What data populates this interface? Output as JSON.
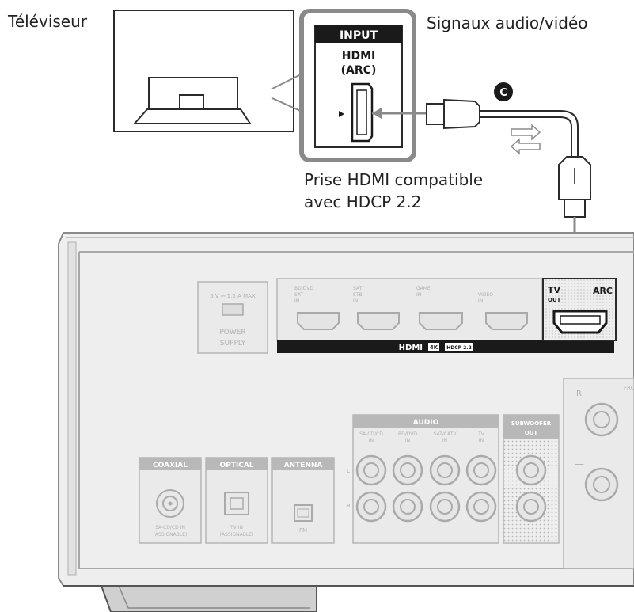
{
  "labels": {
    "tv": "Téléviseur",
    "signals": "Signaux audio/vidéo",
    "hdmi_jack_line1": "Prise HDMI compatible",
    "hdmi_jack_line2": "avec HDCP 2.2"
  },
  "tv_panel": {
    "input": "INPUT",
    "hdmi": "HDMI",
    "arc": "(ARC)"
  },
  "cable_marker": "C",
  "receiver": {
    "power_top": "5 V ⎓ 1.5 A MAX",
    "power_line1": "POWER",
    "power_line2": "SUPPLY",
    "hdmi_inputs": [
      {
        "line1": "BD/DVD",
        "line2": "SAT",
        "line3": "IN"
      },
      {
        "line1": "SAT",
        "line2": "STB",
        "line3": "IN"
      },
      {
        "line1": "GAME",
        "line2": "IN",
        "line3": ""
      },
      {
        "line1": "VIDEO",
        "line2": "IN",
        "line3": ""
      }
    ],
    "tv_out_tv": "TV",
    "tv_out_out": "OUT",
    "tv_out_arc": "ARC",
    "hdmi_bar": "HDMI",
    "hdmi_bar_4k": "4K",
    "hdmi_bar_hdcp": "HDCP 2.2",
    "audio_title": "AUDIO",
    "audio_cols": [
      "SA-CD/CD",
      "BD/DVD",
      "SAT/CATV",
      "TV"
    ],
    "audio_in": "IN",
    "subwoofer_line1": "SUBWOOFER",
    "subwoofer_line2": "OUT",
    "coaxial_title": "COAXIAL",
    "coaxial_sub1": "SA-CD/CD IN",
    "coaxial_sub2": "(ASSIGNABLE)",
    "optical_title": "OPTICAL",
    "optical_sub1": "TV IN",
    "optical_sub2": "(ASSIGNABLE)",
    "antenna_title": "ANTENNA",
    "antenna_sub": "FM",
    "front_label": "FRONT",
    "front_r": "R"
  },
  "colors": {
    "line": "#2b2b2b",
    "outline_gray": "#8a8a8a",
    "panel_dark": "#1a1a1a",
    "receiver_fill": "#eeeeee",
    "dots": "#c8c8c8"
  }
}
